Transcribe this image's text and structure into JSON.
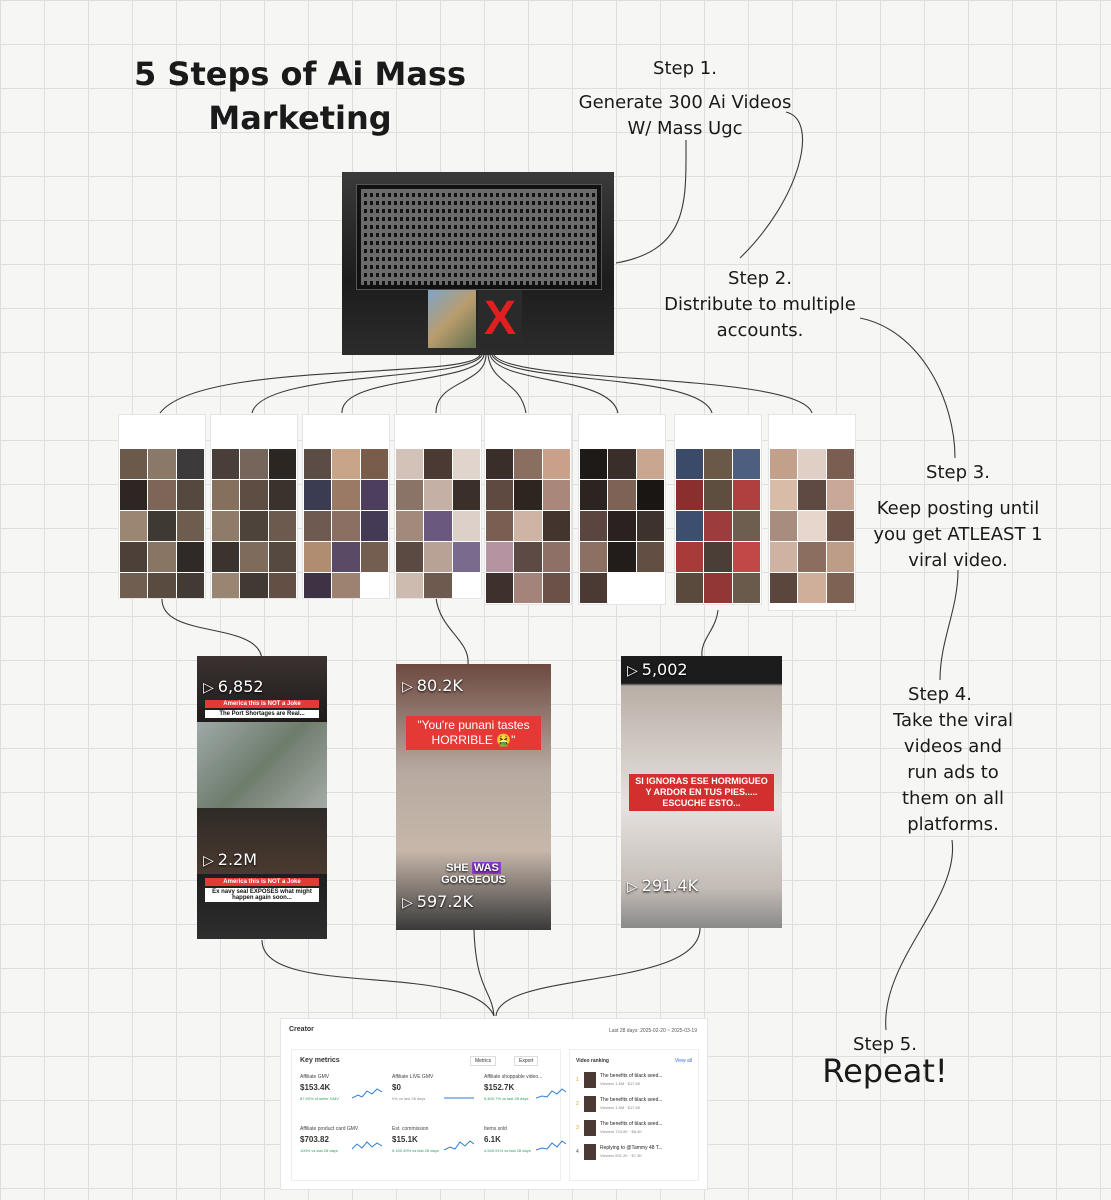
{
  "title_line1": "5 Steps of Ai Mass",
  "title_line2": "Marketing",
  "steps": {
    "s1": {
      "label": "Step 1.",
      "line1": "Generate 300 Ai Videos",
      "line2": "W/ Mass Ugc"
    },
    "s2": {
      "label": "Step 2.",
      "line1": "Distribute to multiple",
      "line2": "accounts."
    },
    "s3": {
      "label": "Step 3.",
      "line1": "Keep posting until",
      "line2": "you get ATLEAST 1",
      "line3": "viral video."
    },
    "s4": {
      "label": "Step 4.",
      "line1": "Take the viral",
      "line2": "videos and",
      "line3": "run ads to",
      "line4": "them on all",
      "line5": "platforms."
    },
    "s5": {
      "label": "Step 5.",
      "line1": "Repeat!"
    }
  },
  "monitor": {
    "reject_mark": "X"
  },
  "videos": {
    "v1": {
      "views_top": "6,852",
      "views_bottom": "2.2M",
      "cap1": "America this is NOT a Joke",
      "cap2": "The Port Shortages are Real...",
      "cap3": "America this is NOT a Joke",
      "cap4": "Ex navy seal EXPOSES what might happen again soon..."
    },
    "v2": {
      "views_top": "80.2K",
      "views_bottom": "597.2K",
      "quote_line1": "\"You're punani tastes",
      "quote_line2": "HORRIBLE 🤮\"",
      "she": "SHE ",
      "was": "WAS",
      "gorgeous": "GORGEOUS"
    },
    "v3": {
      "views_top": "5,002",
      "views_bottom": "291.4K",
      "cap_line1": "SI IGNORAS ESE HORMIGUEO",
      "cap_line2": "Y ARDOR EN TUS PIES.....",
      "cap_line3": "ESCUCHE ESTO..."
    }
  },
  "dashboard": {
    "header": "Creator",
    "date_range": "Last 28 days: 2025-02-20 ~ 2025-03-19",
    "key_metrics_title": "Key metrics",
    "metrics_btn": "Metrics",
    "export_btn": "Export",
    "cards": [
      {
        "label": "Affiliate GMV",
        "value": "$153.4K",
        "sub": "87.69% of seller GMV"
      },
      {
        "label": "Affiliate LIVE GMV",
        "value": "$0",
        "sub": "0% vs last 28 days"
      },
      {
        "label": "Affiliate shoppable video...",
        "value": "$152.7K",
        "sub": "5,400.7% vs last 28 days"
      },
      {
        "label": "Affiliate product card GMV",
        "value": "$703.82",
        "sub": "100% vs last 28 days"
      },
      {
        "label": "Est. commission",
        "value": "$15.1K",
        "sub": "5,150.49% vs last 28 days"
      },
      {
        "label": "Items sold",
        "value": "6.1K",
        "sub": "4,549.91% vs last 28 days"
      }
    ],
    "video_ranking_title": "Video ranking",
    "view_all": "View all",
    "ranking": [
      {
        "rank": "1",
        "title": "The benefits of black seed...",
        "sub": "Viewers 1.6M · $17.6K"
      },
      {
        "rank": "2",
        "title": "The benefits of black seed...",
        "sub": "Viewers 1.5M · $17.6K"
      },
      {
        "rank": "3",
        "title": "The benefits of black seed...",
        "sub": "Viewers 724.9K · $8.4K"
      },
      {
        "rank": "4",
        "title": "Replying to @Tammy 48 T...",
        "sub": "Viewers 591.2K · $7.3K"
      }
    ]
  },
  "colors": {
    "accent_red": "#e53935",
    "positive_green": "#2a9d5a",
    "link_blue": "#3b6fd8"
  }
}
